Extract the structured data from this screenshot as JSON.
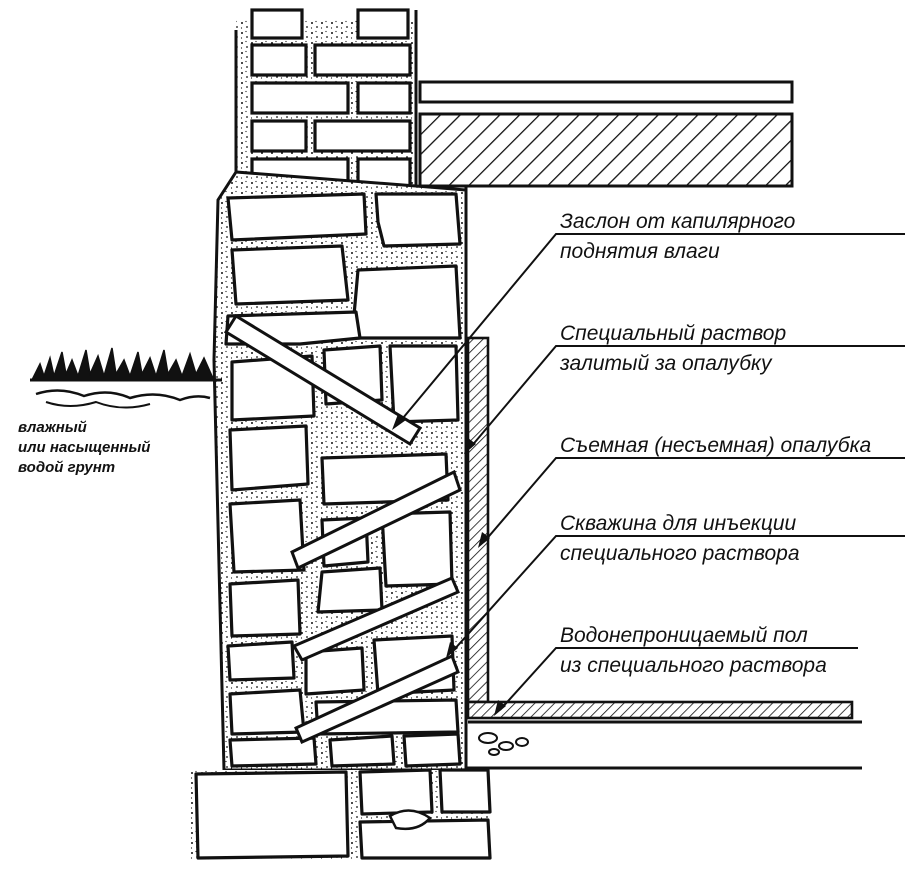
{
  "labels": {
    "barrier_line1": "Заслон от капилярного",
    "barrier_line2": "поднятия влаги",
    "mortar_line1": "Специальный раствор",
    "mortar_line2": "залитый за опалубку",
    "formwork": "Съемная (несъемная) опалубка",
    "borehole_line1": "Скважина для инъекции",
    "borehole_line2": "специального раствора",
    "floor_line1": "Водонепроницаемый пол",
    "floor_line2": "из специального раствора",
    "ground_line1": "влажный",
    "ground_line2": "или насыщенный",
    "ground_line3": "водой грунт"
  }
}
